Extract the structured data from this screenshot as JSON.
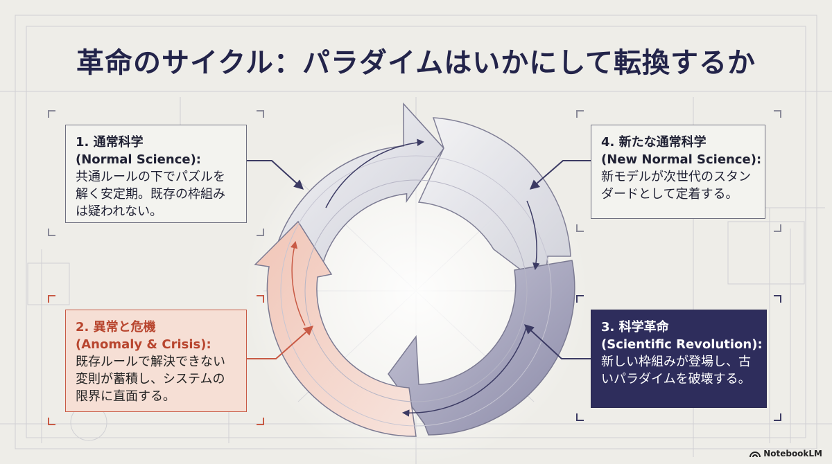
{
  "title": "革命のサイクル：パラダイムはいかにして転換するか",
  "colors": {
    "background": "#eeede8",
    "title": "#23244a",
    "crisis_accent": "#c85a45",
    "crisis_fill": "#f6dfd5",
    "revolution_fill": "#2e2d5c",
    "neutral_border": "#6f7080"
  },
  "stages": {
    "normal": {
      "heading": "1. 通常科学",
      "heading_en": "(Normal Science):",
      "body": "共通ルールの下でパズルを解く安定期。既存の枠組みは疑われない。"
    },
    "crisis": {
      "heading": "2. 異常と危機",
      "heading_en": "(Anomaly & Crisis):",
      "body": "既存ルールで解決できない変則が蓄積し、システムの限界に直面する。"
    },
    "revolution": {
      "heading": "3. 科学革命",
      "heading_en": "(Scientific Revolution):",
      "body": "新しい枠組みが登場し、古いパラダイムを破壊する。"
    },
    "new_normal": {
      "heading": "4. 新たな通常科学",
      "heading_en": "(New Normal Science):",
      "body": "新モデルが次世代のスタンダードとして定着する。"
    }
  },
  "brand": {
    "label": "NotebookLM",
    "icon": "notebooklm-logo-icon"
  }
}
